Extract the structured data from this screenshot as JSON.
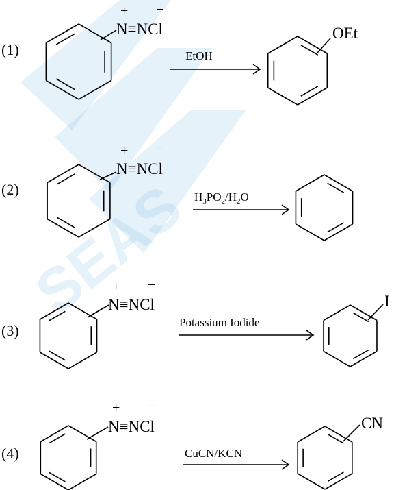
{
  "reactions": [
    {
      "label": "(1)",
      "diazonium": {
        "n1": "N",
        "triple": "≡",
        "n2": "NCl",
        "plus": "+",
        "minus": "−"
      },
      "reagent": "EtOH",
      "product_substituent": "OEt"
    },
    {
      "label": "(2)",
      "diazonium": {
        "n1": "N",
        "triple": "≡",
        "n2": "NCl",
        "plus": "+",
        "minus": "−"
      },
      "reagent_parts": [
        "H",
        "3",
        "PO",
        "2",
        "/H",
        "2",
        "O"
      ],
      "product_substituent": ""
    },
    {
      "label": "(3)",
      "diazonium": {
        "n1": "N",
        "triple": "≡",
        "n2": "NCl",
        "plus": "+",
        "minus": "−"
      },
      "reagent": "Potassium Iodide",
      "product_substituent": "I"
    },
    {
      "label": "(4)",
      "diazonium": {
        "n1": "N",
        "triple": "≡",
        "n2": "NCl",
        "plus": "+",
        "minus": "−"
      },
      "reagent": "CuCN/KCN",
      "product_substituent": "CN"
    }
  ],
  "colors": {
    "ink": "#000000",
    "watermark": "#3b9ed8"
  }
}
